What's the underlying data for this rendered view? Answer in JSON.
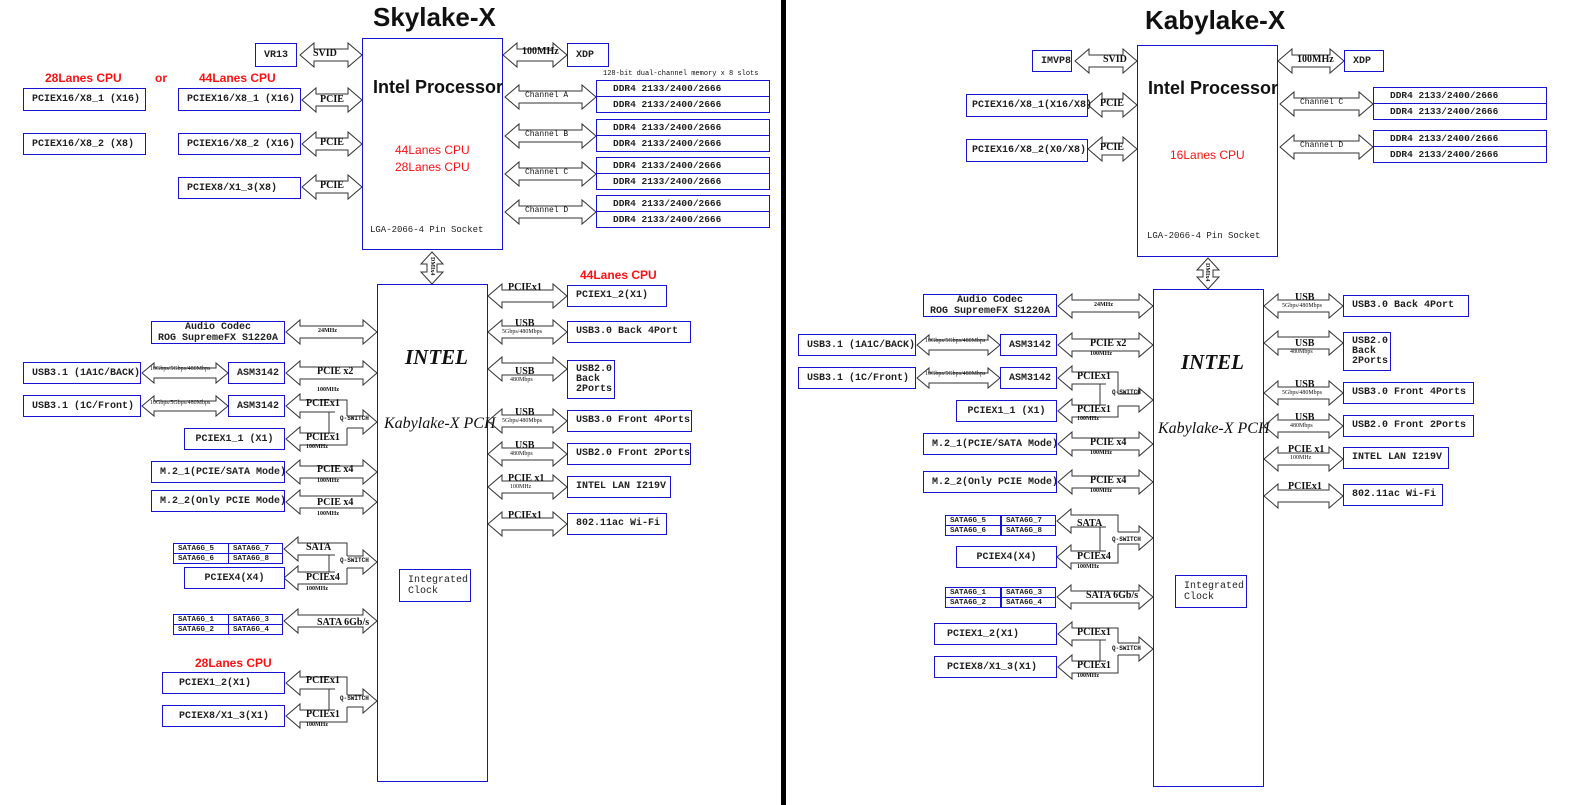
{
  "skylake": {
    "title": "Skylake-X",
    "cpu": {
      "name": "Intel Processor",
      "lanes": [
        "44Lanes CPU",
        "28Lanes CPU"
      ],
      "socket": "LGA-2066-4 Pin Socket"
    },
    "vr": {
      "label": "VR13",
      "link": "SVID"
    },
    "xdp": {
      "label": "XDP",
      "link": "100MHz"
    },
    "header_28": "28Lanes CPU",
    "header_or": "or",
    "header_44": "44Lanes CPU",
    "pcie_28": [
      "PCIEX16/X8_1 (X16)",
      "PCIEX16/X8_2 (X8)"
    ],
    "pcie_44": [
      {
        "label": "PCIEX16/X8_1 (X16)",
        "link": "PCIE"
      },
      {
        "label": "PCIEX16/X8_2 (X16)",
        "link": "PCIE"
      },
      {
        "label": "PCIEX8/X1_3(X8)",
        "link": "PCIE"
      }
    ],
    "memory_note": "128-bit dual-channel memory x 8 slots",
    "channels": [
      {
        "name": "Channel A",
        "dimms": [
          "DDR4 2133/2400/2666",
          "DDR4 2133/2400/2666"
        ]
      },
      {
        "name": "Channel B",
        "dimms": [
          "DDR4 2133/2400/2666",
          "DDR4 2133/2400/2666"
        ]
      },
      {
        "name": "Channel C",
        "dimms": [
          "DDR4 2133/2400/2666",
          "DDR4 2133/2400/2666"
        ]
      },
      {
        "name": "Channel D",
        "dimms": [
          "DDR4 2133/2400/2666",
          "DDR4 2133/2400/2666"
        ]
      }
    ],
    "dmi": "DMIx4",
    "pch": {
      "brand": "INTEL",
      "name": "Kabylake-X PCH",
      "clock": "Integrated Clock"
    },
    "audio": {
      "line1": "Audio Codec",
      "line2": "ROG SupremeFX S1220A",
      "link": "24MHz"
    },
    "usb31_back": {
      "label": "USB3.1 (1A1C/BACK)",
      "speed": "10Gbps/5Gbps/480Mbps",
      "chip": "ASM3142",
      "link": "PCIE x2",
      "clock": "100MHz"
    },
    "usb31_front": {
      "label": "USB3.1 (1C/Front)",
      "speed": "10Gbps/5Gbps/480Mbps",
      "chip": "ASM3142",
      "link": "PCIEx1"
    },
    "pciex1_1": {
      "label": "PCIEX1_1 (X1)",
      "link": "PCIEx1",
      "clock": "100MHz"
    },
    "qswitch": "Q-SWITCH",
    "m2_1": {
      "label": "M.2_1(PCIE/SATA Mode)",
      "link": "PCIE x4",
      "clock": "100MHz"
    },
    "m2_2": {
      "label": "M.2_2(Only PCIE Mode)",
      "link": "PCIE x4",
      "clock": "100MHz"
    },
    "sata_group1": {
      "ports": [
        "SATA6G_5",
        "SATA6G_7",
        "SATA6G_6",
        "SATA6G_8"
      ],
      "link": "SATA"
    },
    "pciex4": {
      "label": "PCIEX4(X4)",
      "link": "PCIEx4",
      "clock": "100MHz"
    },
    "sata_group2": {
      "ports": [
        "SATA6G_1",
        "SATA6G_3",
        "SATA6G_2",
        "SATA6G_4"
      ],
      "link": "SATA 6Gb/s"
    },
    "header_28_bottom": "28Lanes CPU",
    "pciex1_2_28": {
      "label": "PCIEX1_2(X1)",
      "link": "PCIEx1"
    },
    "pciex8_x1_3": {
      "label": "PCIEX8/X1_3(X1)",
      "link": "PCIEx1",
      "clock": "100MHz"
    },
    "header_44_right": "44Lanes CPU",
    "right": [
      {
        "label": "PCIEX1_2(X1)",
        "link": "PCIEx1",
        "sub": ""
      },
      {
        "label": "USB3.0 Back 4Port",
        "link": "USB",
        "sub": "5Gbps/480Mbps"
      },
      {
        "label": "USB2.0\nBack\n2Ports",
        "link": "USB",
        "sub": "480Mbps"
      },
      {
        "label": "USB3.0 Front 4Ports",
        "link": "USB",
        "sub": "5Gbps/480Mbps"
      },
      {
        "label": "USB2.0 Front 2Ports",
        "link": "USB",
        "sub": "480Mbps"
      },
      {
        "label": "INTEL LAN I219V",
        "link": "PCIE x1",
        "sub": "100MHz"
      },
      {
        "label": "802.11ac Wi-Fi",
        "link": "PCIEx1",
        "sub": ""
      }
    ]
  },
  "kabylake": {
    "title": "Kabylake-X",
    "cpu": {
      "name": "Intel Processor",
      "lanes": "16Lanes CPU",
      "socket": "LGA-2066-4 Pin Socket"
    },
    "vr": {
      "label": "IMVP8",
      "link": "SVID"
    },
    "xdp": {
      "label": "XDP",
      "link": "100MHz"
    },
    "pcie": [
      {
        "label": "PCIEX16/X8_1(X16/X8)",
        "link": "PCIE"
      },
      {
        "label": "PCIEX16/X8_2(X0/X8)",
        "link": "PCIE"
      }
    ],
    "channels": [
      {
        "name": "Channel C",
        "dimms": [
          "DDR4 2133/2400/2666",
          "DDR4 2133/2400/2666"
        ]
      },
      {
        "name": "Channel D",
        "dimms": [
          "DDR4 2133/2400/2666",
          "DDR4 2133/2400/2666"
        ]
      }
    ],
    "dmi": "DMIx4",
    "pch": {
      "brand": "INTEL",
      "name": "Kabylake-X PCH",
      "clock": "Integrated Clock"
    },
    "audio": {
      "line1": "Audio Codec",
      "line2": "ROG SupremeFX S1220A",
      "link": "24MHz"
    },
    "usb31_back": {
      "label": "USB3.1 (1A1C/BACK)",
      "speed": "10Gbps/5Gbps/480Mbps",
      "chip": "ASM3142",
      "link": "PCIE x2",
      "clock": "100MHz"
    },
    "usb31_front": {
      "label": "USB3.1 (1C/Front)",
      "speed": "10Gbps/5Gbps/480Mbps",
      "chip": "ASM3142",
      "link": "PCIEx1"
    },
    "pciex1_1": {
      "label": "PCIEX1_1 (X1)",
      "link": "PCIEx1",
      "clock": "100MHz"
    },
    "qswitch": "Q-SWITCH",
    "m2_1": {
      "label": "M.2_1(PCIE/SATA Mode)",
      "link": "PCIE x4",
      "clock": "100MHz"
    },
    "m2_2": {
      "label": "M.2_2(Only PCIE Mode)",
      "link": "PCIE x4",
      "clock": "100MHz"
    },
    "sata_group1": {
      "ports": [
        "SATA6G_5",
        "SATA6G_7",
        "SATA6G_6",
        "SATA6G_8"
      ],
      "link": "SATA"
    },
    "pciex4": {
      "label": "PCIEX4(X4)",
      "link": "PCIEx4",
      "clock": "100MHz"
    },
    "sata_group2": {
      "ports": [
        "SATA6G_1",
        "SATA6G_3",
        "SATA6G_2",
        "SATA6G_4"
      ],
      "link": "SATA 6Gb/s"
    },
    "pciex1_2": {
      "label": "PCIEX1_2(X1)",
      "link": "PCIEx1"
    },
    "pciex8_x1_3": {
      "label": "PCIEX8/X1_3(X1)",
      "link": "PCIEx1",
      "clock": "100MHz"
    },
    "right": [
      {
        "label": "USB3.0 Back 4Port",
        "link": "USB",
        "sub": "5Gbps/480Mbps"
      },
      {
        "label": "USB2.0\nBack\n2Ports",
        "link": "USB",
        "sub": "480Mbps"
      },
      {
        "label": "USB3.0 Front 4Ports",
        "link": "USB",
        "sub": "5Gbps/480Mbps"
      },
      {
        "label": "USB2.0 Front 2Ports",
        "link": "USB",
        "sub": "480Mbps"
      },
      {
        "label": "INTEL LAN I219V",
        "link": "PCIE x1",
        "sub": "100MHz"
      },
      {
        "label": "802.11ac Wi-Fi",
        "link": "PCIEx1",
        "sub": ""
      }
    ]
  }
}
